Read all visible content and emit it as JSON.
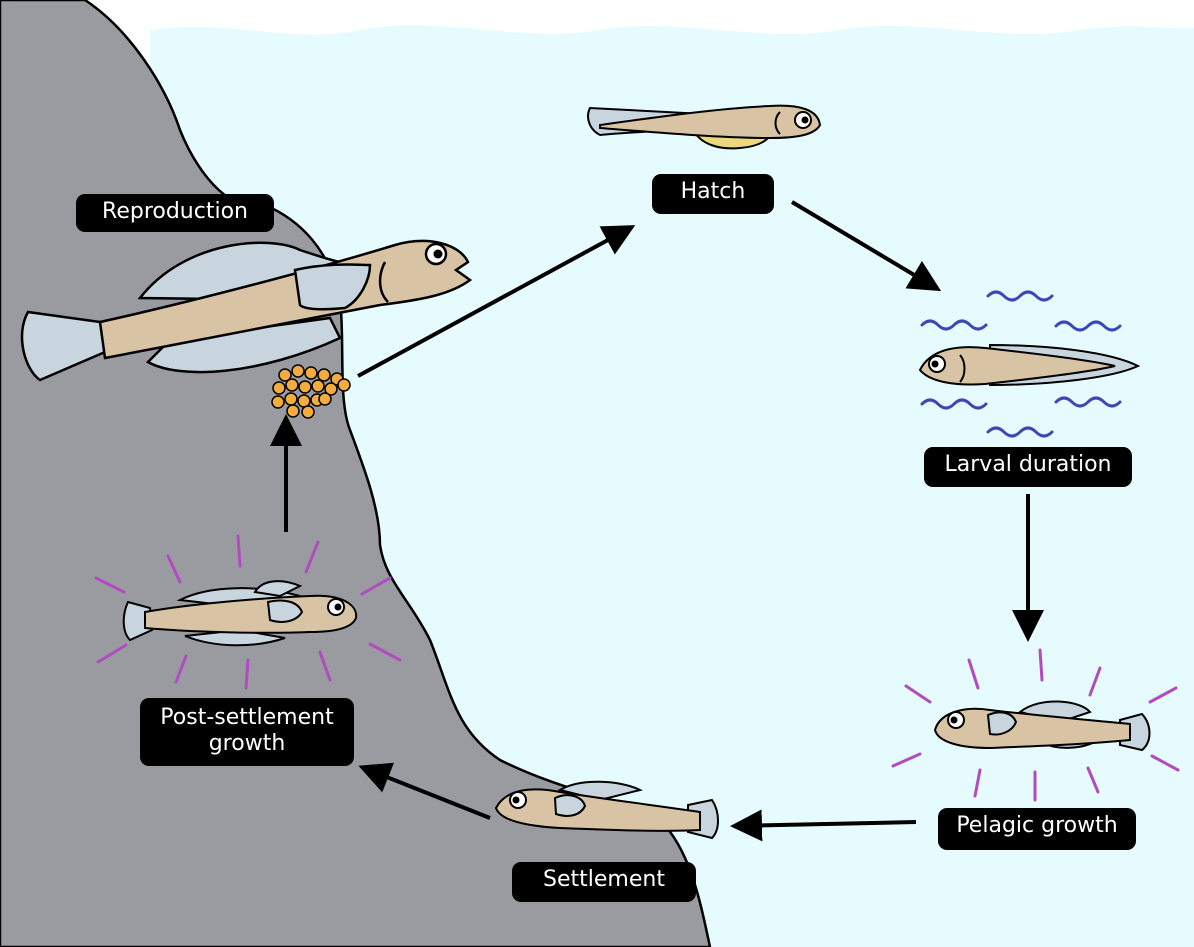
{
  "colors": {
    "water": "#e6fbfd",
    "rock": "#9a9ba1",
    "fish_body": "#d8c4a5",
    "fin": "#c9d5de",
    "yolk": "#ecd77a",
    "eggs": "#f4ac3d",
    "wave_marks": "#3c47b6",
    "growth_marks": "#b04cc0",
    "label_bg": "#000000",
    "label_text": "#ffffff"
  },
  "stages": {
    "reproduction": "Reproduction",
    "hatch": "Hatch",
    "larval_duration": "Larval duration",
    "pelagic_growth": "Pelagic growth",
    "settlement": "Settlement",
    "post_settlement_line1": "Post-settlement",
    "post_settlement_line2": "growth"
  }
}
